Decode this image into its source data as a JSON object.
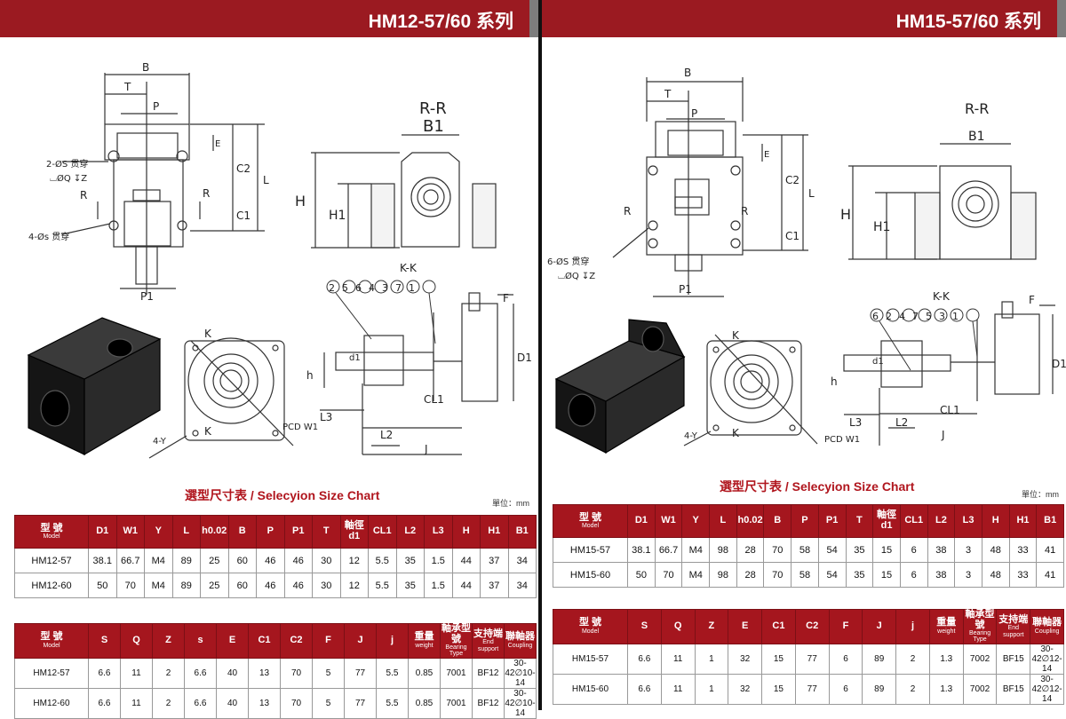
{
  "left": {
    "title": "HM12-57/60 系列",
    "labels": {
      "B": "B",
      "T": "T",
      "P": "P",
      "S": "2-ØS 贯穿",
      "QZ": "⌴ØQ ↧Z",
      "R": "R",
      "s4": "4-Øs 贯穿",
      "E": "E",
      "C2": "C2",
      "C1": "C1",
      "L": "L",
      "P1": "P1",
      "RR": "R-R",
      "B1": "B1",
      "H": "H",
      "H1": "H1",
      "KK": "K-K",
      "balloons": "2564371",
      "F": "F",
      "D1": "D1",
      "d1": "d1",
      "h": "h",
      "CL1": "CL1",
      "L3": "L3",
      "L2": "L2",
      "J": "J",
      "K": "K",
      "Y4": "4-Y",
      "PCD": "PCD W1"
    },
    "chart_heading": "選型尺寸表 / Selecyion Size Chart",
    "unit": "單位：mm",
    "table1": {
      "model_header": "型  號",
      "model_sub": "Model",
      "headers": [
        "D1",
        "W1",
        "Y",
        "L",
        "h0.02",
        "B",
        "P",
        "P1",
        "T",
        "軸徑d1",
        "CL1",
        "L2",
        "L3",
        "H",
        "H1",
        "B1"
      ],
      "rows": [
        [
          "HM12-57",
          "38.1",
          "66.7",
          "M4",
          "89",
          "25",
          "60",
          "46",
          "46",
          "30",
          "12",
          "5.5",
          "35",
          "1.5",
          "44",
          "37",
          "34"
        ],
        [
          "HM12-60",
          "50",
          "70",
          "M4",
          "89",
          "25",
          "60",
          "46",
          "46",
          "30",
          "12",
          "5.5",
          "35",
          "1.5",
          "44",
          "37",
          "34"
        ]
      ]
    },
    "table2": {
      "model_header": "型  號",
      "model_sub": "Model",
      "headers": [
        "S",
        "Q",
        "Z",
        "s",
        "E",
        "C1",
        "C2",
        "F",
        "J",
        "j"
      ],
      "extra_headers": [
        {
          "top": "重量",
          "sub": "weight"
        },
        {
          "top": "軸承型號",
          "sub": "Bearing Type"
        },
        {
          "top": "支持端",
          "sub": "End support"
        },
        {
          "top": "聯軸器",
          "sub": "Coupling"
        }
      ],
      "rows": [
        [
          "HM12-57",
          "6.6",
          "11",
          "2",
          "6.6",
          "40",
          "13",
          "70",
          "5",
          "77",
          "5.5",
          "0.85",
          "7001",
          "BF12",
          "30-42∅10-14"
        ],
        [
          "HM12-60",
          "6.6",
          "11",
          "2",
          "6.6",
          "40",
          "13",
          "70",
          "5",
          "77",
          "5.5",
          "0.85",
          "7001",
          "BF12",
          "30-42∅10-14"
        ]
      ]
    }
  },
  "right": {
    "title": "HM15-57/60 系列",
    "labels": {
      "B": "B",
      "T": "T",
      "P": "P",
      "E": "E",
      "C2": "C2",
      "C1": "C1",
      "L": "L",
      "R": "R",
      "S6": "6-ØS 贯穿",
      "QZ": "⌴ØQ ↧Z",
      "P1": "P1",
      "RR": "R-R",
      "B1": "B1",
      "H": "H",
      "H1": "H1",
      "KK": "K-K",
      "balloons": "6247531",
      "F": "F",
      "D1": "D1",
      "d1": "d1",
      "h": "h",
      "CL1": "CL1",
      "L3": "L3",
      "L2": "L2",
      "J": "J",
      "K": "K",
      "Y4": "4-Y",
      "PCD": "PCD W1"
    },
    "chart_heading": "選型尺寸表 / Selecyion Size Chart",
    "unit": "單位：mm",
    "table1": {
      "model_header": "型  號",
      "model_sub": "Model",
      "headers": [
        "D1",
        "W1",
        "Y",
        "L",
        "h0.02",
        "B",
        "P",
        "P1",
        "T",
        "軸徑d1",
        "CL1",
        "L2",
        "L3",
        "H",
        "H1",
        "B1"
      ],
      "rows": [
        [
          "HM15-57",
          "38.1",
          "66.7",
          "M4",
          "98",
          "28",
          "70",
          "58",
          "54",
          "35",
          "15",
          "6",
          "38",
          "3",
          "48",
          "33",
          "41"
        ],
        [
          "HM15-60",
          "50",
          "70",
          "M4",
          "98",
          "28",
          "70",
          "58",
          "54",
          "35",
          "15",
          "6",
          "38",
          "3",
          "48",
          "33",
          "41"
        ]
      ]
    },
    "table2": {
      "model_header": "型  號",
      "model_sub": "Model",
      "headers": [
        "S",
        "Q",
        "Z",
        "E",
        "C1",
        "C2",
        "F",
        "J",
        "j"
      ],
      "extra_headers": [
        {
          "top": "重量",
          "sub": "weight"
        },
        {
          "top": "軸承型號",
          "sub": "Bearing Type"
        },
        {
          "top": "支持端",
          "sub": "End support"
        },
        {
          "top": "聯軸器",
          "sub": "Coupling"
        }
      ],
      "rows": [
        [
          "HM15-57",
          "6.6",
          "11",
          "1",
          "32",
          "15",
          "77",
          "6",
          "89",
          "2",
          "1.3",
          "7002",
          "BF15",
          "30-42∅12-14"
        ],
        [
          "HM15-60",
          "6.6",
          "11",
          "1",
          "32",
          "15",
          "77",
          "6",
          "89",
          "2",
          "1.3",
          "7002",
          "BF15",
          "30-42∅12-14"
        ]
      ]
    }
  }
}
